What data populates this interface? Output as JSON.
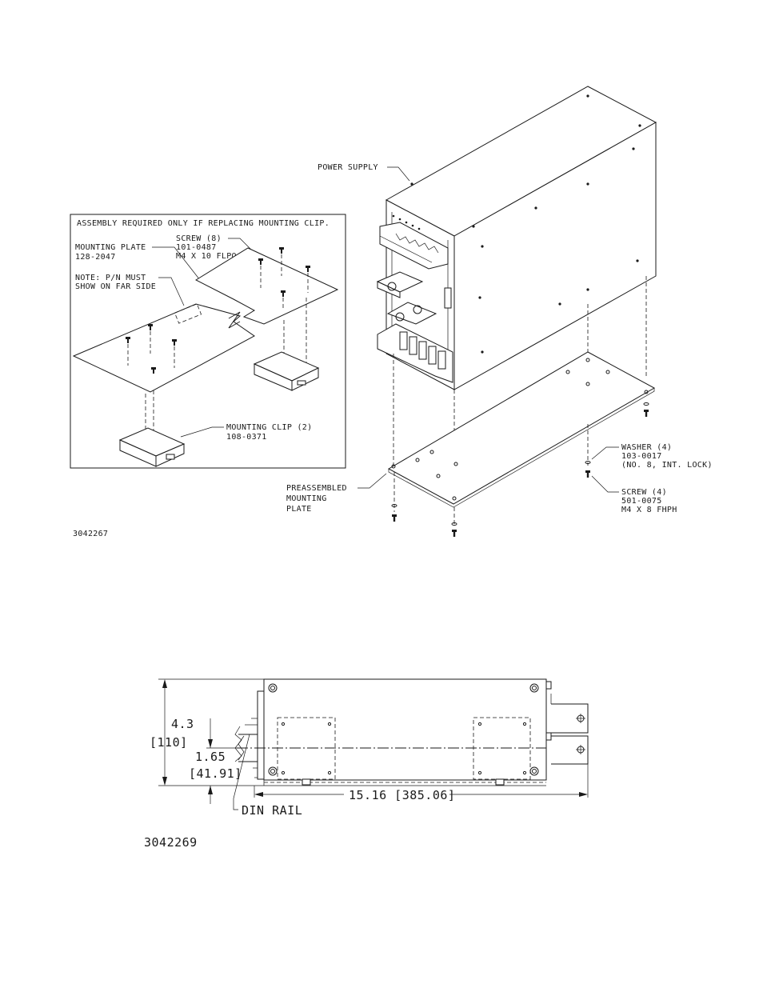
{
  "colors": {
    "ink": "#1a1a1a",
    "paper": "#ffffff"
  },
  "figure1": {
    "inset_title": "ASSEMBLY REQUIRED ONLY IF REPLACING MOUNTING CLIP.",
    "mounting_plate": {
      "line1": "MOUNTING PLATE",
      "line2": "128-2047"
    },
    "screw8": {
      "line1": "SCREW (8)",
      "line2": "101-0487",
      "line3": "M4 X 10 FLPO"
    },
    "note": {
      "line1": "NOTE: P/N MUST",
      "line2": "SHOW ON FAR SIDE"
    },
    "mounting_clip": {
      "line1": "MOUNTING CLIP (2)",
      "line2": "108-0371"
    },
    "power_supply": "POWER SUPPLY",
    "washer": {
      "line1": "WASHER (4)",
      "line2": "103-0017",
      "line3": "(NO. 8, INT. LOCK)"
    },
    "screw4": {
      "line1": "SCREW (4)",
      "line2": "501-0075",
      "line3": "M4 X 8 FHPH"
    },
    "preassembled": {
      "line1": "PREASSEMBLED",
      "line2": "MOUNTING",
      "line3": "PLATE"
    },
    "drawing_number": "3042267"
  },
  "figure2": {
    "height_in": "4.3",
    "height_mm": "[110]",
    "rail_in": "1.65",
    "rail_mm": "[41.91]",
    "length": "15.16 [385.06]",
    "din_rail": "DIN RAIL",
    "drawing_number": "3042269"
  }
}
